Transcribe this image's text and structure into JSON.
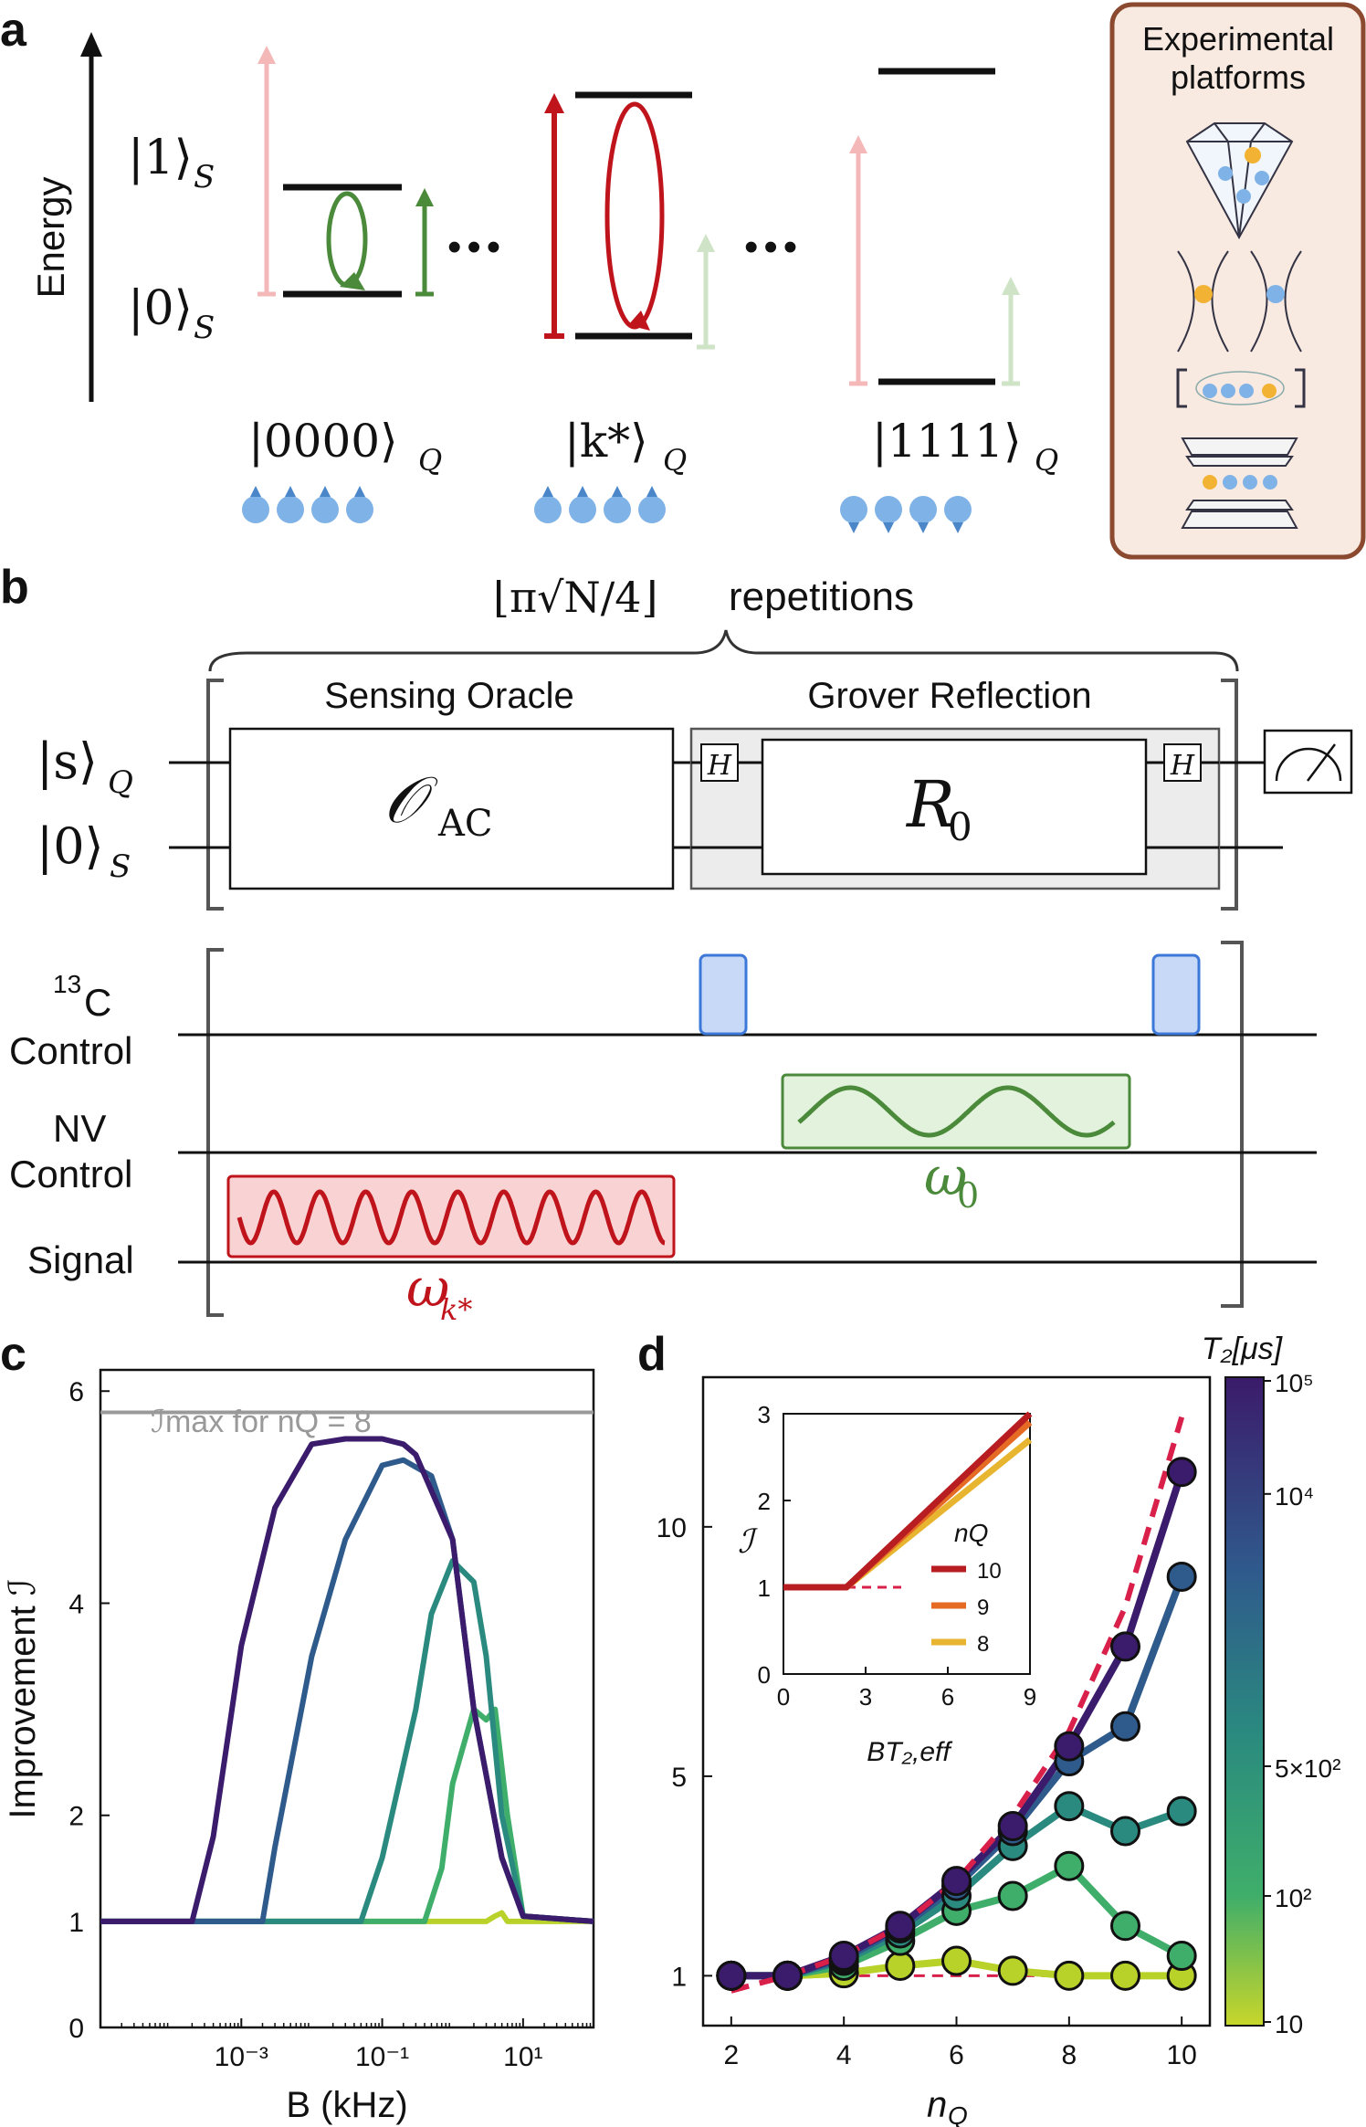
{
  "panels": {
    "a": "a",
    "b": "b",
    "c": "c",
    "d": "d"
  },
  "panel_a": {
    "energy_label": "Energy",
    "sensor_excited": "|1⟩",
    "sensor_ground": "|0⟩",
    "sensor_subscript": "S",
    "states": [
      {
        "ket": "|0000⟩",
        "sub": "Q",
        "spins": [
          "up",
          "up",
          "up",
          "up"
        ]
      },
      {
        "ket": "|k*⟩",
        "sub": "Q",
        "spins": [
          "up",
          "up",
          "up",
          "up"
        ]
      },
      {
        "ket": "|1111⟩",
        "sub": "Q",
        "spins": [
          "down",
          "down",
          "down",
          "down"
        ]
      }
    ],
    "ellipsis": "•••",
    "platforms_title_1": "Experimental",
    "platforms_title_2": "platforms",
    "platform_icons": [
      "nv-diamond-icon",
      "neutral-atoms-icon",
      "ion-trap-icon",
      "cavity-icon"
    ],
    "colors": {
      "pink": "#f4b8b8",
      "red": "#c0141c",
      "green": "#4a8a3a",
      "lightgreen": "#cfe3c6",
      "box": "#8b4a2f",
      "boxfill": "#f9eae1",
      "spin": "#7fb2e6"
    }
  },
  "panel_b": {
    "repetitions_math": "⌊π√N/4⌋",
    "repetitions_word": "repetitions",
    "oracle_title": "Sensing Oracle",
    "grover_title": "Grover Reflection",
    "qubit_label": "|s⟩",
    "qubit_sub": "Q",
    "sensor_label": "|0⟩",
    "sensor_sub": "S",
    "oracle_symbol": "𝒪",
    "oracle_sub": "AC",
    "reflection_symbol": "R",
    "reflection_sub": "0",
    "hadamard": "H",
    "line_c13_sup": "13",
    "line_c13": "C",
    "line_control": "Control",
    "line_nv": "NV",
    "line_nv_control": "Control",
    "line_signal": "Signal",
    "omega0": "ω",
    "omega0_sub": "0",
    "omegak": "ω",
    "omegak_sub": "k*",
    "colors": {
      "pulse": "#c8d8f7",
      "pulse_edge": "#3b78d8",
      "green_fill": "#e3f2dc",
      "green_edge": "#4a8a3a",
      "red_fill": "#f9d3d3",
      "red_edge": "#c0141c"
    }
  },
  "chart_data": [
    {
      "type": "line",
      "panel": "c",
      "xlabel": "B (kHz)",
      "ylabel": "Improvement ℐ",
      "xscale": "log",
      "xlim": [
        1e-05,
        100
      ],
      "ylim": [
        0,
        6.2
      ],
      "yticks": [
        0,
        1,
        2,
        4,
        6
      ],
      "xticks": [
        "10⁻³",
        "10⁻¹",
        "10¹"
      ],
      "reference_line": {
        "y": 5.8,
        "label": "ℐmax for nQ = 8",
        "color": "#999999"
      },
      "series": [
        {
          "color": "#3b1b6b",
          "x": [
            1e-05,
            0.0001,
            0.0002,
            0.0004,
            0.001,
            0.003,
            0.01,
            0.03,
            0.1,
            0.2,
            0.3,
            1,
            2,
            5,
            10,
            100
          ],
          "y": [
            1,
            1,
            1,
            1.8,
            3.6,
            4.9,
            5.5,
            5.55,
            5.55,
            5.5,
            5.4,
            4.6,
            3.0,
            1.6,
            1.05,
            1
          ]
        },
        {
          "color": "#2f5a8c",
          "x": [
            1e-05,
            0.001,
            0.002,
            0.003,
            0.01,
            0.03,
            0.1,
            0.2,
            0.5,
            1,
            2,
            5,
            10,
            100
          ],
          "y": [
            1,
            1,
            1,
            1.7,
            3.5,
            4.6,
            5.3,
            5.35,
            5.2,
            4.6,
            3.0,
            1.6,
            1.05,
            1
          ]
        },
        {
          "color": "#2a8a7f",
          "x": [
            1e-05,
            0.03,
            0.05,
            0.1,
            0.3,
            0.5,
            1,
            2,
            3,
            5,
            10,
            100
          ],
          "y": [
            1,
            1,
            1,
            1.6,
            3.0,
            3.9,
            4.4,
            4.2,
            3.5,
            2.0,
            1.05,
            1
          ]
        },
        {
          "color": "#3fae6a",
          "x": [
            1e-05,
            0.2,
            0.4,
            0.7,
            1,
            2,
            3,
            4,
            6,
            10,
            100
          ],
          "y": [
            1,
            1,
            1,
            1.5,
            2.3,
            3.0,
            2.9,
            3.0,
            2.0,
            1.05,
            1
          ]
        },
        {
          "color": "#b9d22a",
          "x": [
            1e-05,
            2,
            3,
            4,
            5,
            6,
            100
          ],
          "y": [
            1,
            1,
            1,
            1.05,
            1.08,
            1,
            1
          ]
        }
      ]
    },
    {
      "type": "line",
      "panel": "d",
      "xlabel": "nQ",
      "ylabel": "",
      "xlim": [
        1.5,
        10.5
      ],
      "ylim": [
        0,
        13
      ],
      "xticks": [
        2,
        4,
        6,
        8,
        10
      ],
      "yticks": [
        1,
        5,
        10
      ],
      "colorbar": {
        "label": "T₂[μs]",
        "ticks": [
          "10⁵",
          "10⁴",
          "5×10²",
          "10²",
          "10"
        ]
      },
      "reference_dashed": {
        "color": "#d8204a",
        "x": [
          2,
          3,
          4,
          5,
          6,
          7,
          8,
          9,
          10
        ],
        "y": [
          0.7,
          1.0,
          1.4,
          2.0,
          2.9,
          4.2,
          5.9,
          8.4,
          12.2
        ]
      },
      "reference_flat": {
        "color": "#d8204a",
        "y": 1
      },
      "series": [
        {
          "color": "#3b1b6b",
          "x": [
            2,
            3,
            4,
            5,
            6,
            7,
            8,
            9,
            10
          ],
          "y": [
            1,
            1,
            1.4,
            2,
            2.9,
            4.0,
            5.6,
            7.6,
            11.1
          ]
        },
        {
          "color": "#2f5a8c",
          "x": [
            2,
            3,
            4,
            5,
            6,
            7,
            8,
            9,
            10
          ],
          "y": [
            1,
            1,
            1.35,
            1.95,
            2.8,
            3.9,
            5.3,
            6.0,
            9.0
          ]
        },
        {
          "color": "#2a8a7f",
          "x": [
            2,
            3,
            4,
            5,
            6,
            7,
            8,
            9,
            10
          ],
          "y": [
            1,
            1,
            1.3,
            1.85,
            2.6,
            3.6,
            4.4,
            3.9,
            4.3
          ]
        },
        {
          "color": "#3fae6a",
          "x": [
            2,
            3,
            4,
            5,
            6,
            7,
            8,
            9,
            10
          ],
          "y": [
            1,
            1,
            1.2,
            1.7,
            2.3,
            2.6,
            3.2,
            2.0,
            1.4
          ]
        },
        {
          "color": "#b9d22a",
          "x": [
            2,
            3,
            4,
            5,
            6,
            7,
            8,
            9,
            10
          ],
          "y": [
            1,
            1,
            1.05,
            1.2,
            1.3,
            1.1,
            1.0,
            1.0,
            1.0
          ]
        }
      ]
    },
    {
      "type": "line",
      "panel": "d-inset",
      "xlabel": "BT₂,eff",
      "ylabel": "ℐ",
      "xlim": [
        0,
        9
      ],
      "ylim": [
        0,
        3
      ],
      "xticks": [
        0,
        3,
        6,
        9
      ],
      "yticks": [
        0,
        1,
        2,
        3
      ],
      "legend_title": "nQ",
      "series": [
        {
          "name": "10",
          "color": "#b81d22",
          "x": [
            0,
            2.3,
            9
          ],
          "y": [
            1,
            1,
            3.1
          ]
        },
        {
          "name": "9",
          "color": "#e56b25",
          "x": [
            0,
            2.3,
            9
          ],
          "y": [
            1,
            1,
            2.9
          ]
        },
        {
          "name": "8",
          "color": "#e8b530",
          "x": [
            0,
            2.3,
            9
          ],
          "y": [
            1,
            1,
            2.7
          ]
        }
      ]
    }
  ]
}
